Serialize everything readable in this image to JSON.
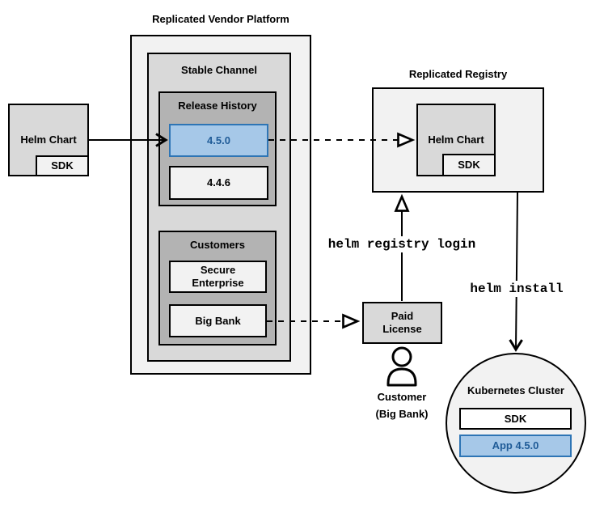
{
  "colors": {
    "highlight_fill": "#a6c8e8",
    "highlight_border": "#2e75b5",
    "highlight_text": "#1f5b97",
    "container_light": "#f2f2f2",
    "container_mid": "#d9d9d9",
    "container_dark": "#b3b3b3"
  },
  "vendor_platform": {
    "title": "Replicated Vendor Platform",
    "stable_channel": {
      "title": "Stable Channel",
      "release_history": {
        "title": "Release History",
        "current_release": "4.5.0",
        "previous_release": "4.4.6"
      },
      "customers": {
        "title": "Customers",
        "customer_1": "Secure Enterprise",
        "customer_2": "Big Bank"
      }
    }
  },
  "source": {
    "helm_chart": "Helm Chart",
    "sdk": "SDK"
  },
  "registry": {
    "title": "Replicated Registry",
    "helm_chart": "Helm Chart",
    "sdk": "SDK"
  },
  "license": {
    "label": "Paid License"
  },
  "actor": {
    "line1": "Customer",
    "line2": "(Big Bank)"
  },
  "commands": {
    "registry_login": "helm registry login",
    "install": "helm install"
  },
  "cluster": {
    "title": "Kubernetes Cluster",
    "sdk": "SDK",
    "app": "App 4.5.0"
  }
}
